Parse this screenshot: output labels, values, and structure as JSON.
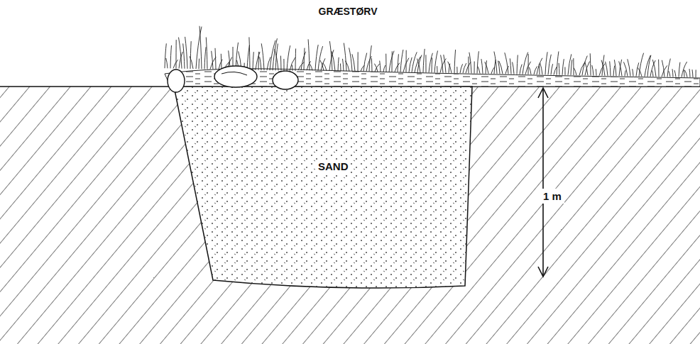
{
  "diagram": {
    "nodes": [
      {
        "text": [
          "SAND"
        ]
      }
    ],
    "labels": [
      "GRÆSTØRV",
      "1 m"
    ]
  }
}
